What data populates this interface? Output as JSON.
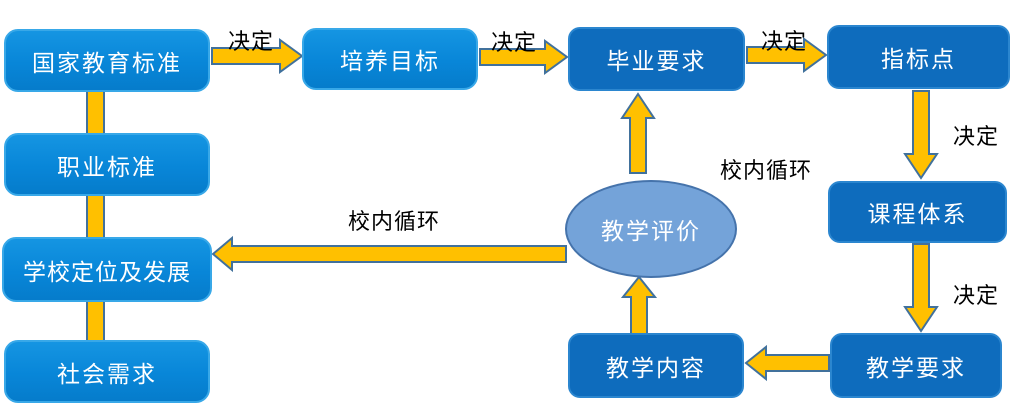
{
  "diagram_type": "flowchart",
  "colors": {
    "background": "#FFFFFF",
    "box_bright": "#0886D8",
    "box_bright_border": "#38A8E8",
    "box_dark": "#0E6CBD",
    "box_dark_border": "#2B86CF",
    "ellipse_fill": "#74A3D9",
    "ellipse_border": "#4573AB",
    "arrow_fill": "#FFC000",
    "arrow_stroke": "#41719C",
    "box_text": "#FFFFFF",
    "label_text": "#000000"
  },
  "nodes": [
    {
      "id": "national-education-standard",
      "label": "国家教育标准",
      "shape": "rounded-rect",
      "style": "bright"
    },
    {
      "id": "training-objectives",
      "label": "培养目标",
      "shape": "rounded-rect",
      "style": "bright"
    },
    {
      "id": "graduation-requirements",
      "label": "毕业要求",
      "shape": "rounded-rect",
      "style": "dark"
    },
    {
      "id": "indicator-points",
      "label": "指标点",
      "shape": "rounded-rect",
      "style": "dark"
    },
    {
      "id": "professional-standard",
      "label": "职业标准",
      "shape": "rounded-rect",
      "style": "bright"
    },
    {
      "id": "school-positioning-development",
      "label": "学校定位及发展",
      "shape": "rounded-rect",
      "style": "bright"
    },
    {
      "id": "social-needs",
      "label": "社会需求",
      "shape": "rounded-rect",
      "style": "bright"
    },
    {
      "id": "curriculum-system",
      "label": "课程体系",
      "shape": "rounded-rect",
      "style": "dark"
    },
    {
      "id": "teaching-requirements",
      "label": "教学要求",
      "shape": "rounded-rect",
      "style": "dark"
    },
    {
      "id": "teaching-content",
      "label": "教学内容",
      "shape": "rounded-rect",
      "style": "dark"
    },
    {
      "id": "teaching-evaluation",
      "label": "教学评价",
      "shape": "ellipse",
      "style": "ellipse"
    }
  ],
  "edges": [
    {
      "from": "national-education-standard",
      "to": "training-objectives",
      "label": "决定"
    },
    {
      "from": "training-objectives",
      "to": "graduation-requirements",
      "label": "决定"
    },
    {
      "from": "graduation-requirements",
      "to": "indicator-points",
      "label": "决定"
    },
    {
      "from": "indicator-points",
      "to": "curriculum-system",
      "label": "决定"
    },
    {
      "from": "curriculum-system",
      "to": "teaching-requirements",
      "label": "决定"
    },
    {
      "from": "teaching-requirements",
      "to": "teaching-content",
      "label": ""
    },
    {
      "from": "teaching-content",
      "to": "teaching-evaluation",
      "label": ""
    },
    {
      "from": "teaching-evaluation",
      "to": "graduation-requirements",
      "label": "校内循环"
    },
    {
      "from": "teaching-evaluation",
      "to": "school-positioning-development",
      "label": "校内循环"
    },
    {
      "from": "national-education-standard",
      "to": "professional-standard",
      "label": ""
    },
    {
      "from": "professional-standard",
      "to": "school-positioning-development",
      "label": ""
    },
    {
      "from": "school-positioning-development",
      "to": "social-needs",
      "label": ""
    }
  ],
  "edge_labels": [
    {
      "id": "decide-1",
      "text": "决定"
    },
    {
      "id": "decide-2",
      "text": "决定"
    },
    {
      "id": "decide-3",
      "text": "决定"
    },
    {
      "id": "decide-4",
      "text": "决定"
    },
    {
      "id": "decide-5",
      "text": "决定"
    },
    {
      "id": "loop-top",
      "text": "校内循环"
    },
    {
      "id": "loop-left",
      "text": "校内循环"
    }
  ]
}
